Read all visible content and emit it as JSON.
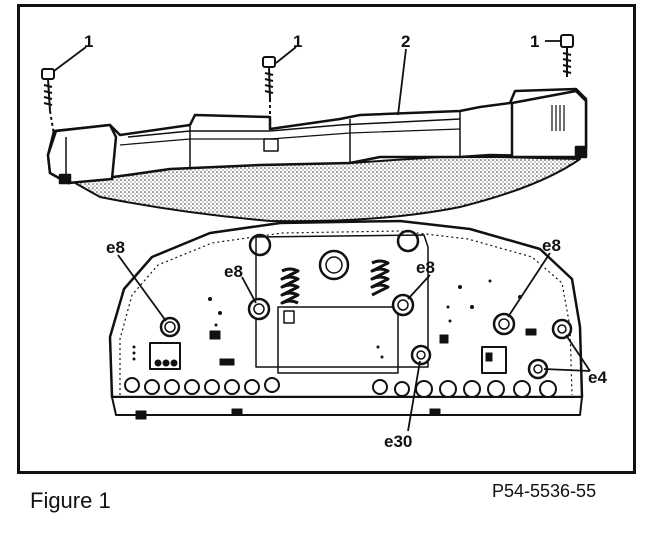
{
  "caption": "Figure 1",
  "figure_ref": "P54-5536-55",
  "callouts": {
    "screw_left": "1",
    "screw_mid": "1",
    "screw_right": "1",
    "cover": "2",
    "bulb_left": "e8",
    "bulb_mid_left": "e8",
    "bulb_mid_right": "e8",
    "bulb_right": "e8",
    "bulb_bottom": "e30",
    "bulb_far_right": "e4"
  }
}
